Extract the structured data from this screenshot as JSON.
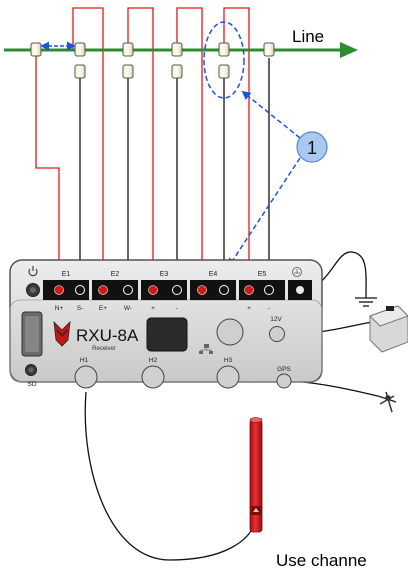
{
  "line_label": "Line",
  "callout_number": "1",
  "device": {
    "model": "RXU-8A",
    "subtitle": "Receiver",
    "channels": [
      {
        "name": "E1",
        "left": "N+",
        "right": "S-"
      },
      {
        "name": "E2",
        "left": "E+",
        "right": "W-"
      },
      {
        "name": "E3",
        "left": "+",
        "right": "-"
      },
      {
        "name": "E4",
        "left": "",
        "right": ""
      },
      {
        "name": "E5",
        "left": "+",
        "right": "-"
      }
    ],
    "h_ports": [
      "H1",
      "H2",
      "H3"
    ],
    "port_12v": "12V",
    "port_gps": "GPS",
    "sd_label": "SD"
  },
  "caption": "Use channe",
  "colors": {
    "line": "#2e8b2e",
    "wire_red": "#e01818",
    "wire_black": "#111111",
    "callout": "#1f50e0",
    "device_body": "#d9d9d9",
    "electrode": "#d42020"
  },
  "icons": [
    "power-icon",
    "ground-icon",
    "network-icon",
    "battery-icon",
    "gps-antenna-icon",
    "logo-icon"
  ]
}
